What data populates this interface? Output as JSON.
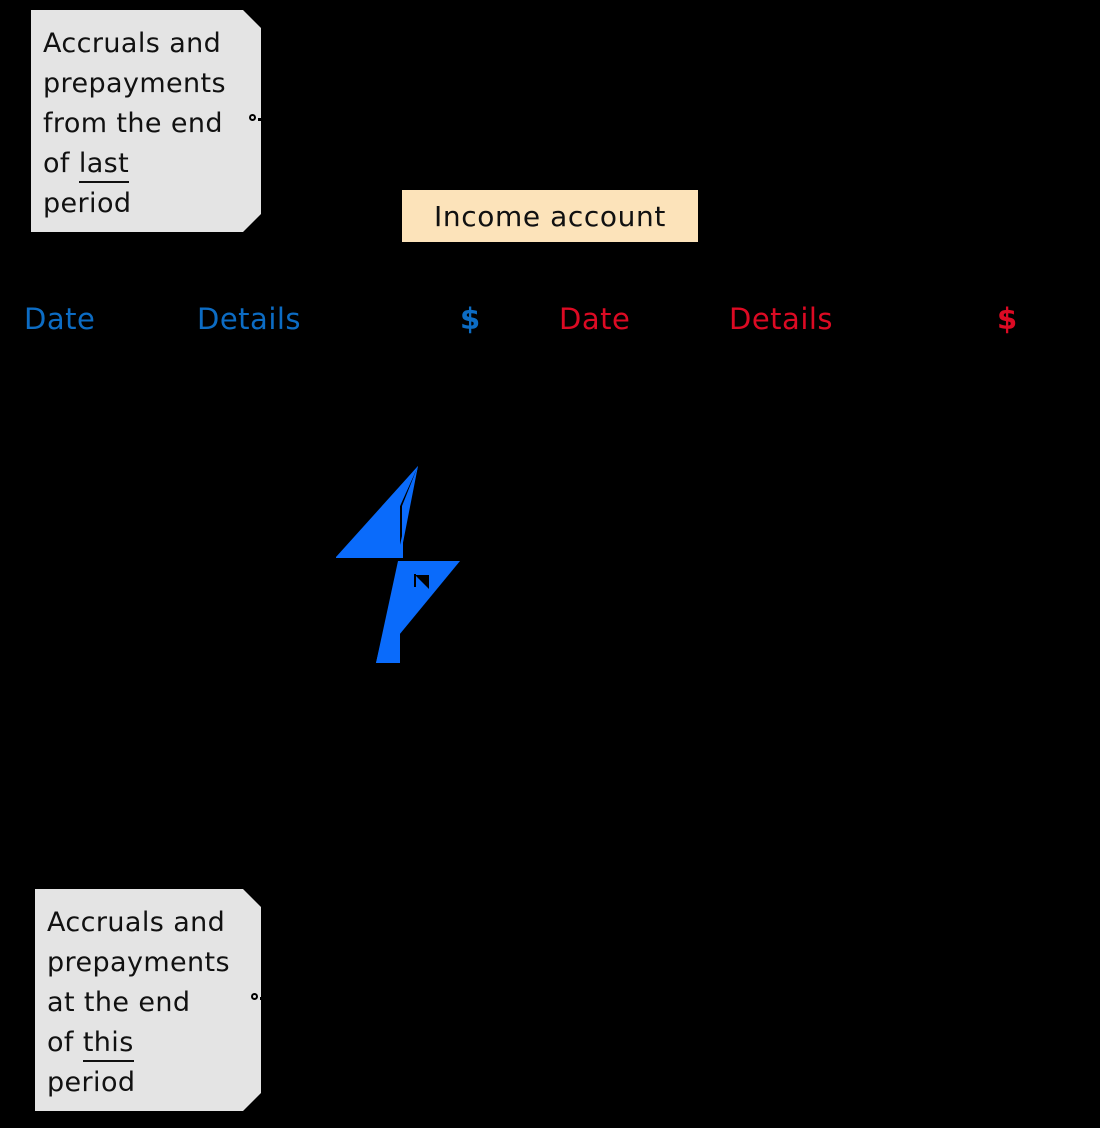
{
  "background_color": "#000000",
  "account": {
    "title": "Income account",
    "title_box_color": "#FCE3BA",
    "title_text_color": "#111111"
  },
  "ledger": {
    "debit_side": {
      "color": "#0C6CC4",
      "headers": [
        "Date",
        "Details",
        "$"
      ]
    },
    "credit_side": {
      "color": "#DC0A23",
      "headers": [
        "Date",
        "Details",
        "$"
      ]
    }
  },
  "notes": [
    {
      "id": "note-last-period",
      "background_color": "#E4E4E4",
      "lines": [
        {
          "text": "Accruals and"
        },
        {
          "text": "prepayments"
        },
        {
          "text": "from the end"
        },
        {
          "prefix": "of ",
          "underlined": "last"
        },
        {
          "text": "period"
        }
      ]
    },
    {
      "id": "note-this-period",
      "background_color": "#E4E4E4",
      "lines": [
        {
          "text": "Accruals and"
        },
        {
          "text": "prepayments"
        },
        {
          "text": "at the end"
        },
        {
          "prefix": "of ",
          "underlined": "this"
        },
        {
          "text": "period"
        }
      ]
    }
  ],
  "decoration": {
    "bolt_icon": "lightning-bolt",
    "bolt_color": "#0A6BFB"
  }
}
